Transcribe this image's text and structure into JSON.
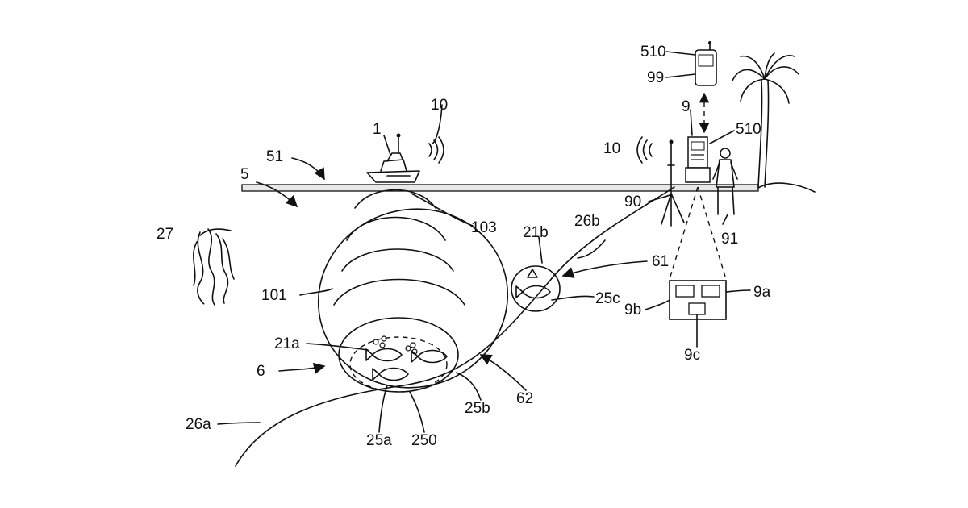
{
  "labels": {
    "l510_top": "510",
    "l99": "99",
    "l9": "9",
    "l510_mid": "510",
    "l10_right": "10",
    "l10_left": "10",
    "l1": "1",
    "l51": "51",
    "l5": "5",
    "l90": "90",
    "l91": "91",
    "l103": "103",
    "l27": "27",
    "l21b": "21b",
    "l26b": "26b",
    "l61": "61",
    "l101": "101",
    "l25c": "25c",
    "l9a": "9a",
    "l9b": "9b",
    "l9c": "9c",
    "l21a": "21a",
    "l6": "6",
    "l62": "62",
    "l25b": "25b",
    "l26a": "26a",
    "l25a": "25a",
    "l250": "250"
  },
  "icons": [
    "boat-icon",
    "phone-icon",
    "palm-tree-icon",
    "person-icon",
    "fish-icon",
    "seaweed-icon",
    "antenna-icon",
    "signal-wave-icon",
    "terminal-icon"
  ]
}
